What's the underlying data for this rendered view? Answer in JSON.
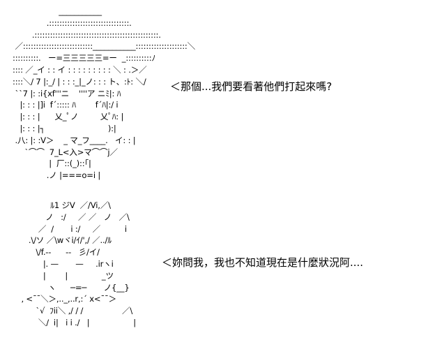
{
  "art": {
    "top": [
      "                   ___________",
      "              .:::::::::::::::::::::::::::::::.",
      "        .::::::::::::::::::::::::::::::::::::::::::::::::.",
      " ／:::::::::::::::::::::::::::___________::::::::::::::::::::＼",
      "::::::::::.   ー=三三三三三=ー  _::::::::::ﾉ",
      ":::: ／_イ : : イ : : : : : : : : : ＼ : .＞／",
      "::::＼/ 7 |:_/ | : : :_|_ノ: : : ト、:ﾄ: ＼/",
      " ``7 |: :i{xf'''ニ    ''''ア ニﾐ|: ﾊ",
      "   |: : : |]i  f´::::: ﾊ        f´ﾊ|:/ i",
      "   |: : : |      乂_ﾟノ         乂ﾟﾊ: |",
      "   |: : : |┐                          ):|",
      " .八: |: :V＞    _ マ_フ____.   イ: : |",
      "     `⌒⌒  7_L<入>マ⌒⌒j／",
      "               |  厂::(_)::｢|",
      "              .ノ |===o=i |"
    ],
    "bottom": [
      "               ﾙ1 ジV  ／/Vi,／\\",
      "             ノ   :/     ／ ／   ノ   ／\\",
      "          ／  /       i :/     ／          i",
      "      .\\/ソ ／\\wヾi/ｲ/',/ ／../ﾙ",
      "         \\/f.--      --   彡/イ/",
      "            |. —       —     .irヽi",
      "            |        |              _ツ",
      "              ヽ      ─=─       ノ{__}",
      "   , <¯¯＼＞,.._,..r,:´ x<¯¯＞",
      "         `√  ﾌii＼ ,/ / /                ／\\",
      "          ＼/  i|   i i ./   |                  |"
    ]
  },
  "speech": {
    "top": "＜那個...我們要看著他們打起來嗎?",
    "bottom": "＜妳問我，我也不知道現在是什麼狀況阿...."
  }
}
